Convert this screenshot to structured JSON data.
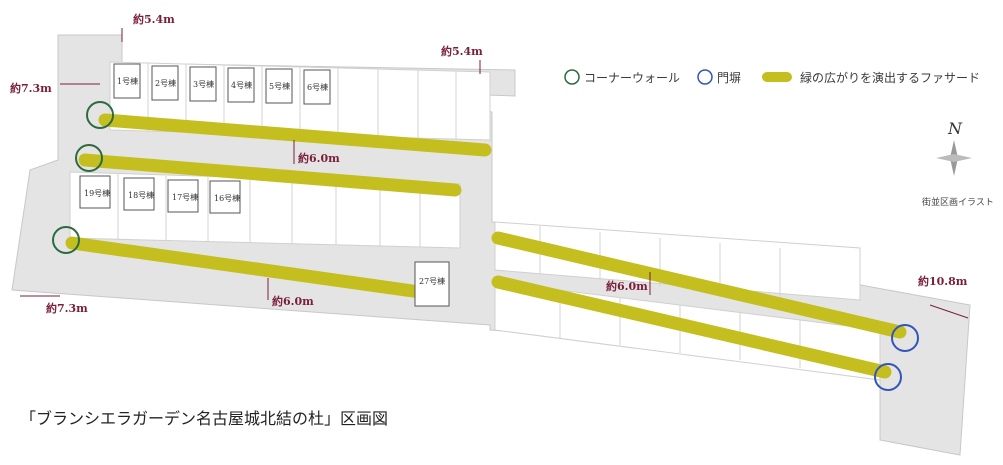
{
  "legend": {
    "corner_wall": "コーナーウォール",
    "gate_wall": "門塀",
    "green_facade": "緑の広がりを演出するファサード"
  },
  "compass": {
    "north": "N",
    "label": "街並区画イラスト"
  },
  "dimensions": {
    "top_left_width": "約5.4m",
    "top_right_width": "約5.4m",
    "left_top": "約7.3m",
    "left_bottom": "約7.3m",
    "road_upper": "約6.0m",
    "road_lower": "約6.0m",
    "road_right": "約6.0m",
    "end_width": "約10.8m"
  },
  "lots": {
    "l1": "1号棟",
    "l2": "2号棟",
    "l3": "3号棟",
    "l4": "4号棟",
    "l5": "5号棟",
    "l6": "6号棟",
    "l19": "19号棟",
    "l18": "18号棟",
    "l17": "17号棟",
    "l16": "16号棟",
    "l27": "27号棟"
  },
  "caption": "「ブランシエラガーデン名古屋城北結の杜」区画図",
  "colors": {
    "road": "#e4e4e4",
    "facade": "#c4bf1e",
    "corner_wall": "#2c6a3f",
    "gate_wall": "#3355b8",
    "dimension": "#7a1f3a"
  }
}
